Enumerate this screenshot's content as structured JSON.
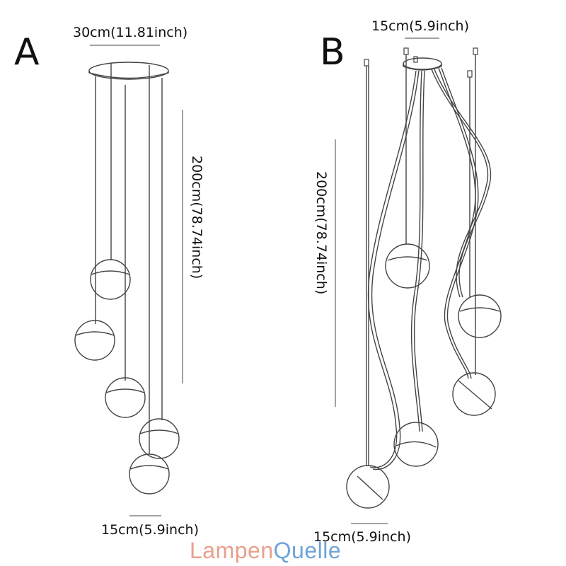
{
  "variant_a": {
    "letter": "A",
    "top_width_label": "30cm(11.81inch)",
    "height_label": "200cm(78.74inch)",
    "bottom_width_label": "15cm(5.9inch)"
  },
  "variant_b": {
    "letter": "B",
    "top_width_label": "15cm(5.9inch)",
    "height_label": "200cm(78.74inch)",
    "bottom_width_label": "15cm(5.9inch)"
  },
  "watermark": {
    "part1": "Lampen",
    "part2": "Quelle",
    "color1": "#e8a08c",
    "color2": "#6fa3d8"
  },
  "line_color": "#444444"
}
